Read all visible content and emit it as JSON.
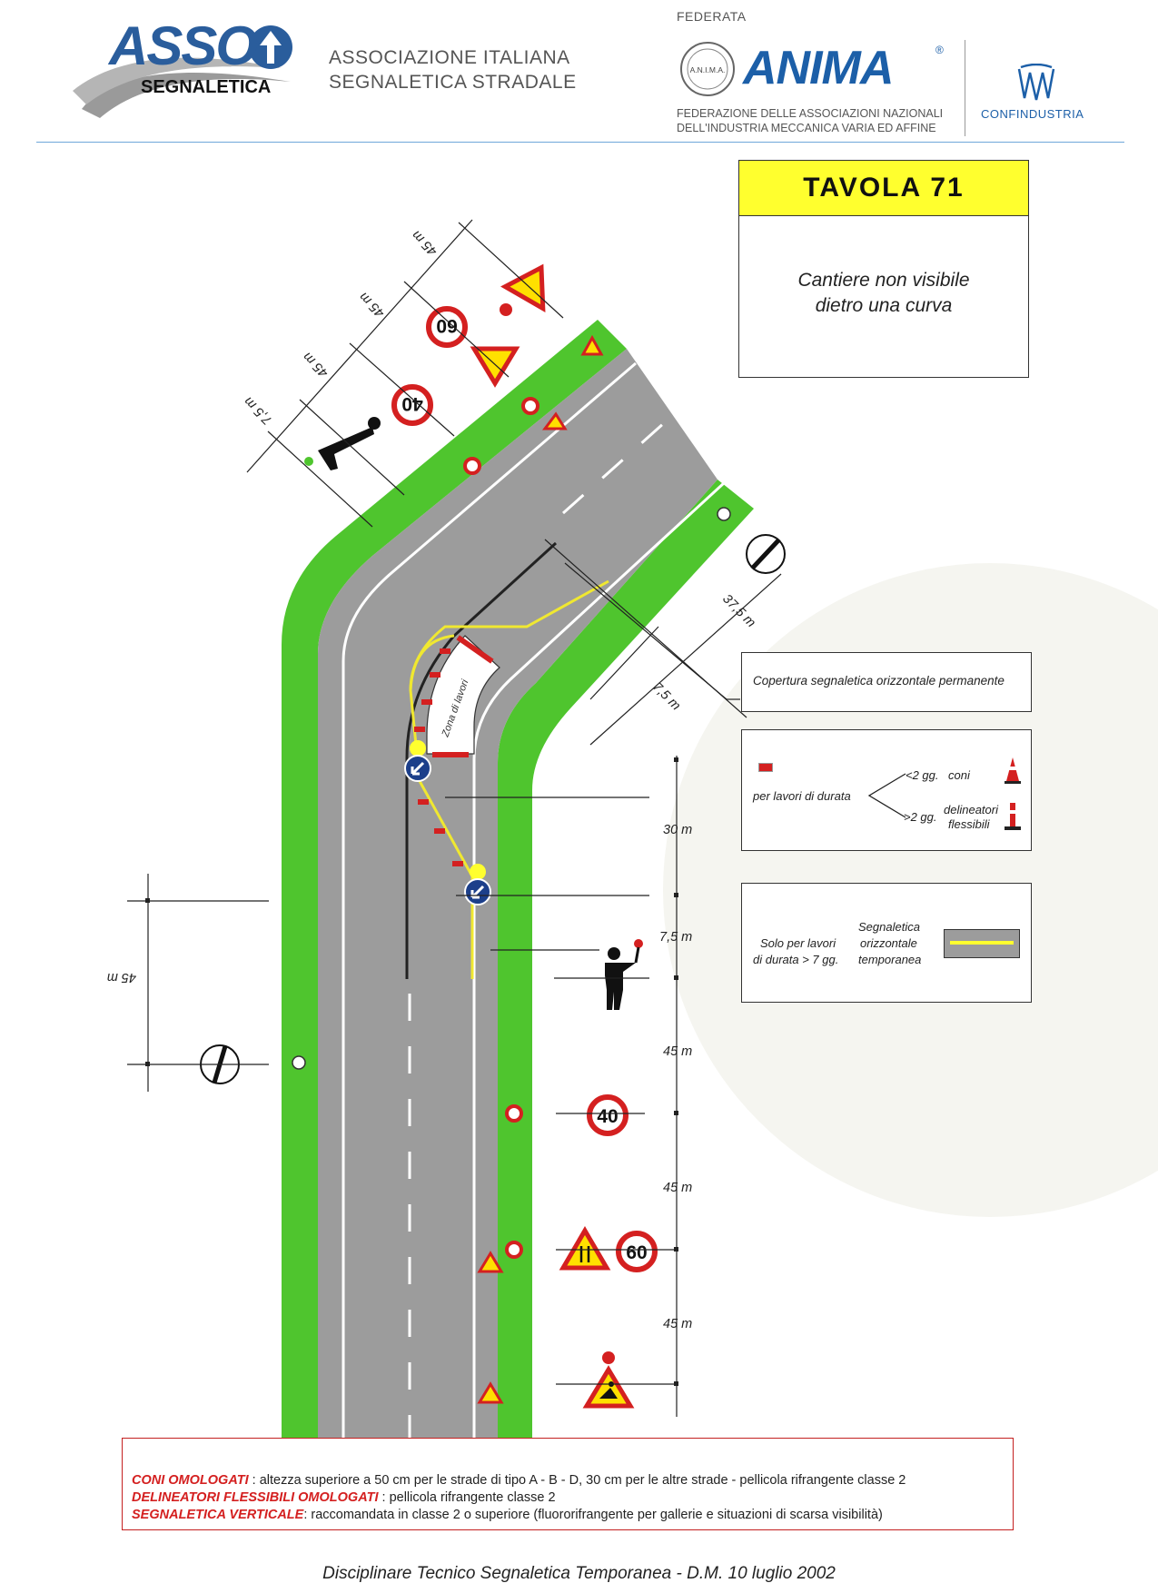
{
  "header": {
    "asso_logo_word": "ASSO",
    "asso_logo_sub": "SEGNALETICA",
    "association_line1": "ASSOCIAZIONE ITALIANA",
    "association_line2": "SEGNALETICA STRADALE",
    "federata": "FEDERATA",
    "anima_seal": "A.N.I.M.A.",
    "anima": "ANIMA",
    "anima_reg": "®",
    "federation_line1": "FEDERAZIONE DELLE ASSOCIAZIONI NAZIONALI",
    "federation_line2": "DELL'INDUSTRIA MECCANICA VARIA ED AFFINE",
    "confindustria": "CONFINDUSTRIA"
  },
  "tavola": {
    "title": "TAVOLA  71",
    "subtitle_line1": "Cantiere non visibile",
    "subtitle_line2": "dietro una curva"
  },
  "notes": {
    "copertura": "Copertura segnaletica orizzontale permanente",
    "per_lavori": "per lavori di durata",
    "lt2": "<2 gg.",
    "coni": "coni",
    "gt2": ">2 gg.",
    "delineatori1": "delineatori",
    "delineatori2": "flessibili",
    "solo1": "Solo per lavori",
    "solo2": "di durata > 7 gg.",
    "segn1": "Segnaletica",
    "segn2": "orizzontale",
    "segn3": "temporanea"
  },
  "signs": {
    "speed_40": "40",
    "speed_60": "60",
    "zona_lavori": "Zona di lavori"
  },
  "dimensions": {
    "d30": "30 m",
    "d75": "7,5 m",
    "d45a": "45 m",
    "d45b": "45 m",
    "d45c": "45 m",
    "left45": "45 m",
    "top45a": "45 m",
    "top45b": "45 m",
    "top45c": "45 m",
    "top75": "7,5 m",
    "d375": "37,5 m",
    "d75b": "7,5 m"
  },
  "footer": {
    "coni_label": "CONI OMOLOGATI",
    "coni_text": " : altezza superiore a 50 cm per le strade di tipo A - B - D, 30 cm per le altre strade - pellicola rifrangente classe 2",
    "delin_label": "DELINEATORI FLESSIBILI OMOLOGATI",
    "delin_text": " :  pellicola rifrangente classe 2",
    "segn_label": "SEGNALETICA VERTICALE",
    "segn_text": ": raccomandata in classe 2 o superiore (fluororifrangente per gallerie e situazioni di scarsa visibilità)",
    "title": "Disciplinare Tecnico Segnaletica Temporanea - D.M.  10 luglio 2002"
  },
  "colors": {
    "grass": "#4fc52e",
    "road": "#9c9c9c",
    "yellow": "#ffff2e",
    "red": "#d42020",
    "blue": "#1c5fa8"
  }
}
